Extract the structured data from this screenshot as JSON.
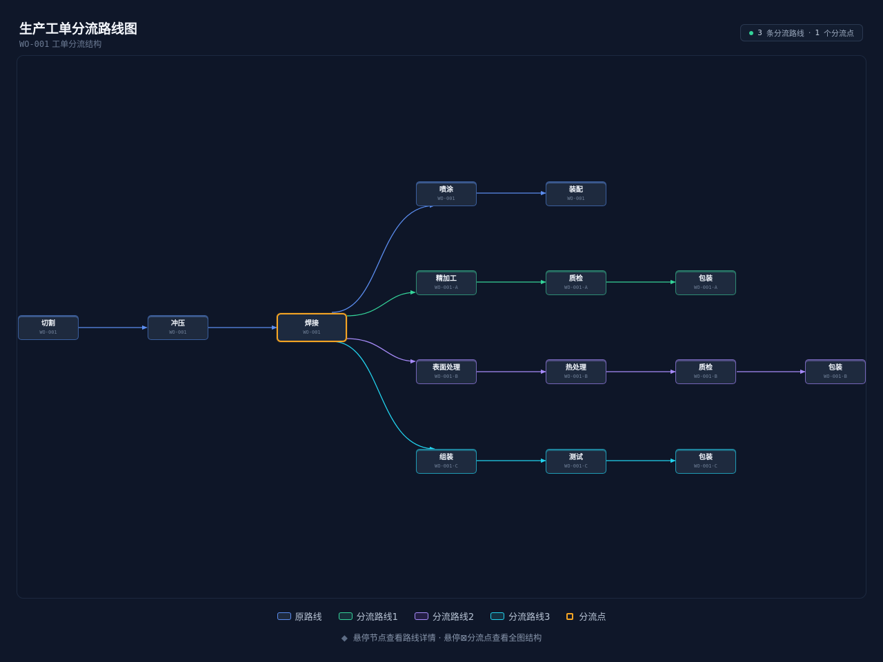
{
  "header": {
    "title": "生产工单分流路线图",
    "subtitle_code": "WO-001",
    "subtitle_text": "工单分流结构",
    "badge_routes_count": "3",
    "badge_routes_text": "条分流路线",
    "badge_sep": "·",
    "badge_splits_count": "1",
    "badge_splits_text": "个分流点"
  },
  "colors": {
    "main": "#5b8def",
    "route1": "#34d399",
    "route2": "#a78bfa",
    "route3": "#22d3ee",
    "split": "#f5a524",
    "background": "#0f1729"
  },
  "nodes": {
    "n1": {
      "label": "切割",
      "code": "WO-001"
    },
    "n2": {
      "label": "冲压",
      "code": "WO-001"
    },
    "n3": {
      "label": "焊接",
      "code": "WO-001"
    },
    "n4": {
      "label": "喷涂",
      "code": "WO-001"
    },
    "n5": {
      "label": "装配",
      "code": "WO-001"
    },
    "a1": {
      "label": "精加工",
      "code": "WO-001-A"
    },
    "a2": {
      "label": "质检",
      "code": "WO-001-A"
    },
    "a3": {
      "label": "包装",
      "code": "WO-001-A"
    },
    "b1": {
      "label": "表面处理",
      "code": "WO-001-B"
    },
    "b2": {
      "label": "热处理",
      "code": "WO-001-B"
    },
    "b3": {
      "label": "质检",
      "code": "WO-001-B"
    },
    "b4": {
      "label": "包装",
      "code": "WO-001-B"
    },
    "c1": {
      "label": "组装",
      "code": "WO-001-C"
    },
    "c2": {
      "label": "测试",
      "code": "WO-001-C"
    },
    "c3": {
      "label": "包装",
      "code": "WO-001-C"
    }
  },
  "legend": {
    "main": "原路线",
    "route1": "分流路线1",
    "route2": "分流路线2",
    "route3": "分流路线3",
    "split": "分流点"
  },
  "hint": {
    "icon": "diamond-icon",
    "text": "悬停节点查看路线详情 · 悬停⊠分流点查看全图结构"
  }
}
